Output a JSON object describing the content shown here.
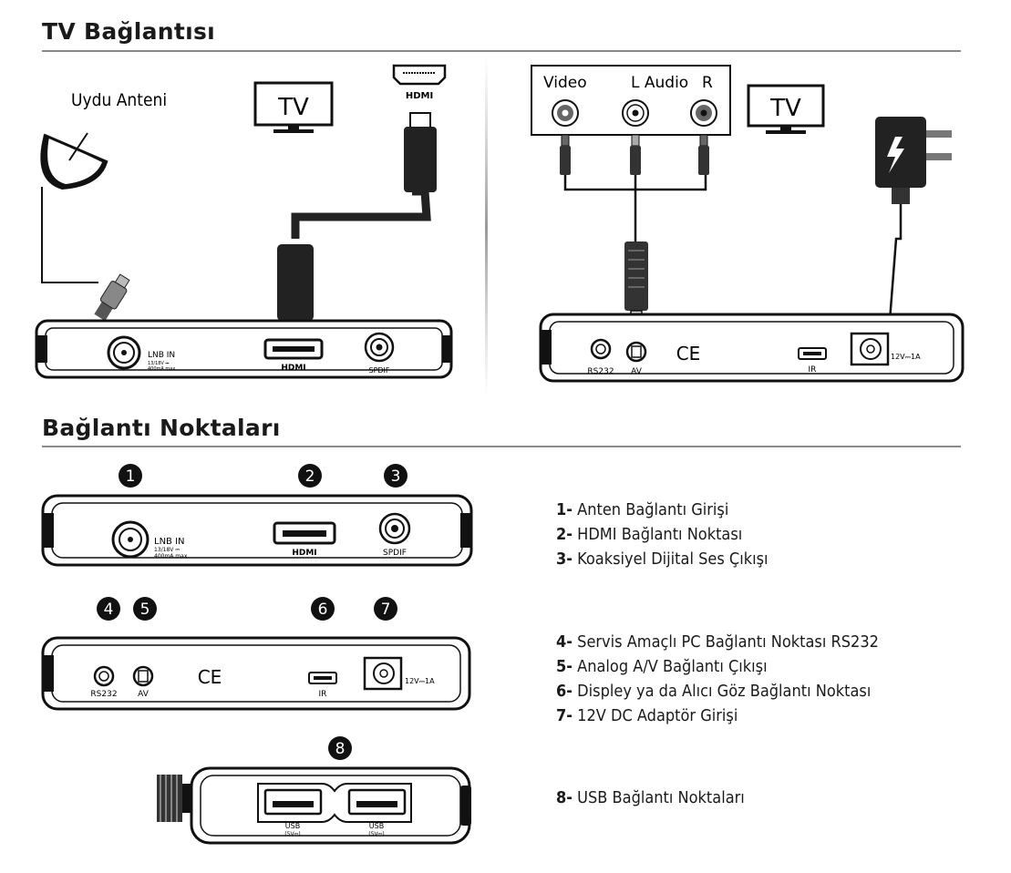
{
  "section1": {
    "title": "TV Bağlantısı",
    "satellite_label": "Uydu Anteni",
    "tv_label": "TV",
    "hdmi_logo": "HDMI",
    "lnb_label": "LNB IN",
    "lnb_spec1": "13/18V ⎓",
    "lnb_spec2": "400mA max.",
    "hdmi_port_label": "HDMI",
    "spdif_label": "SPDIF",
    "av_panel": {
      "video": "Video",
      "l_audio": "L Audio",
      "r": "R"
    },
    "rs232_label": "RS232",
    "av_label": "AV",
    "ce_mark": "CE",
    "ir_label": "IR",
    "dc_label": "12V⎓1A"
  },
  "section2": {
    "title": "Bağlantı Noktaları",
    "badges": [
      "1",
      "2",
      "3",
      "4",
      "5",
      "6",
      "7",
      "8"
    ],
    "usb_label": "USB",
    "usb_spec": "(5V⎓)",
    "items": [
      {
        "num": "1-",
        "text": "Anten Bağlantı Girişi"
      },
      {
        "num": "2-",
        "text": "HDMI Bağlantı Noktası"
      },
      {
        "num": "3-",
        "text": "Koaksiyel Dijital Ses Çıkışı"
      },
      {
        "num": "4-",
        "text": "Servis Amaçlı PC Bağlantı Noktası RS232"
      },
      {
        "num": "5-",
        "text": "Analog A/V Bağlantı Çıkışı"
      },
      {
        "num": "6-",
        "text": "Displey ya da Alıcı Göz Bağlantı Noktası"
      },
      {
        "num": "7-",
        "text": "12V DC Adaptör Girişi"
      },
      {
        "num": "8-",
        "text": "USB Bağlantı Noktaları"
      }
    ]
  }
}
